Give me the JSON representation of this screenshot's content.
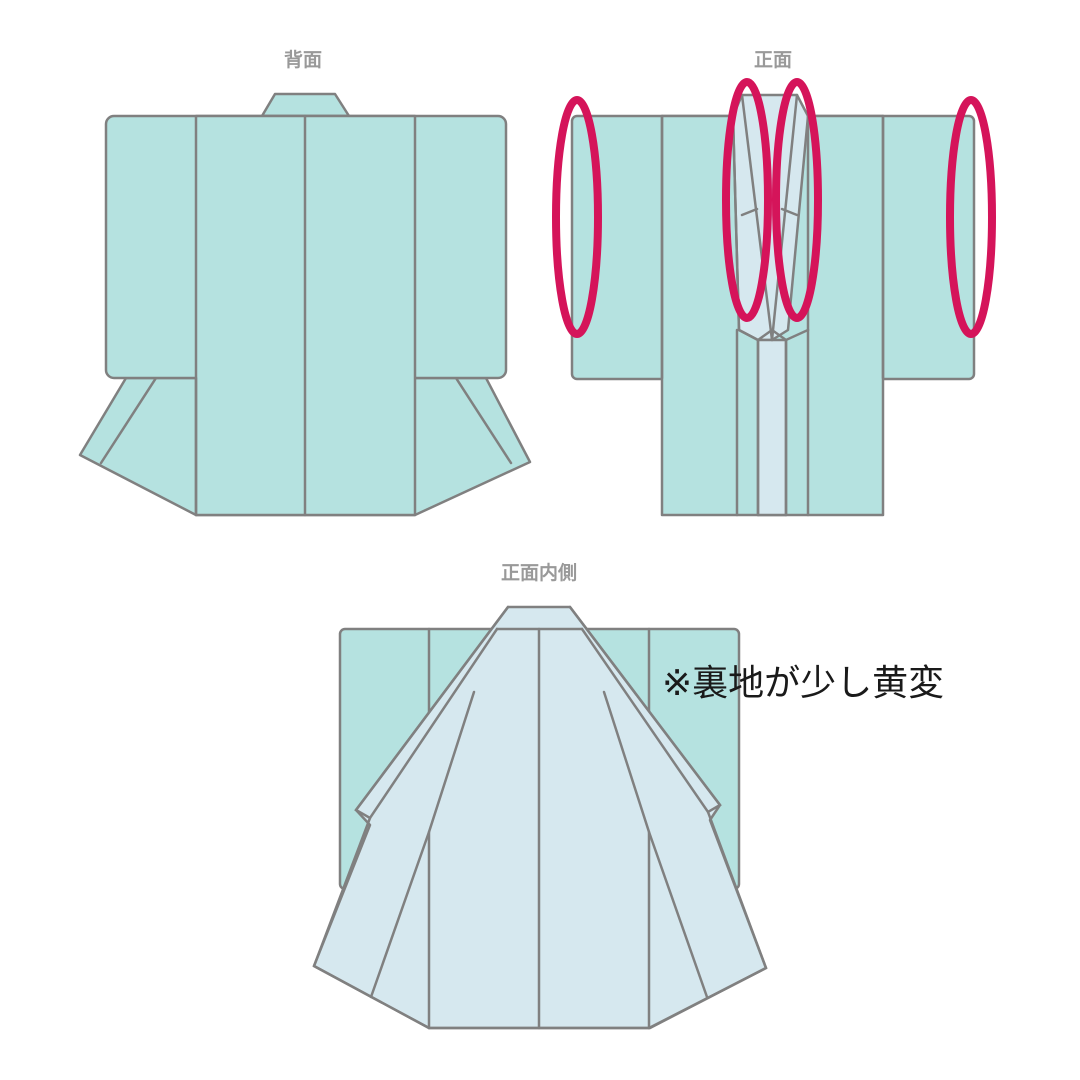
{
  "labels": {
    "back": "背面",
    "front": "正面",
    "inner_front": "正面内側"
  },
  "note": "※裏地が少し黄変",
  "colors": {
    "outer_fabric": "#b5e2e0",
    "lining": "#d6e8ef",
    "outline": "#808080",
    "damage_marker": "#d5145a",
    "label_text": "#999999"
  },
  "views": [
    {
      "id": "back",
      "label": "背面",
      "markers": 0
    },
    {
      "id": "front",
      "label": "正面",
      "markers": 4
    },
    {
      "id": "inner_front",
      "label": "正面内側",
      "markers": 0
    }
  ],
  "markers": [
    {
      "view": "front",
      "location": "left-sleeve-edge"
    },
    {
      "view": "front",
      "location": "left-collar"
    },
    {
      "view": "front",
      "location": "right-collar"
    },
    {
      "view": "front",
      "location": "right-sleeve-edge"
    }
  ]
}
